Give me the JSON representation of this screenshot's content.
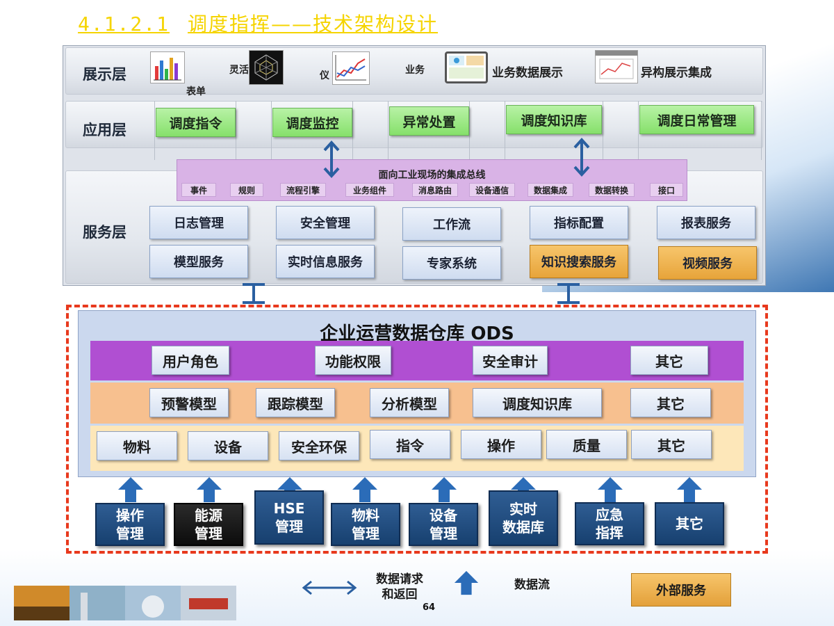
{
  "title": {
    "number": "4.1.2.1",
    "text": "调度指挥——技术架构设计"
  },
  "layers": {
    "presentation": {
      "label": "展示层",
      "items": [
        {
          "label": "表单",
          "icon": "bar-chart-icon"
        },
        {
          "label": "灵活",
          "icon": "radar-chart-icon"
        },
        {
          "label": "仪",
          "icon": "line-chart-icon"
        },
        {
          "label": "业务",
          "icon": "dashboard-screen-icon"
        },
        {
          "label": "业务数据展示",
          "icon": "dashboard-screen-icon"
        },
        {
          "label": "异构展示集成",
          "icon": "report-window-icon"
        }
      ]
    },
    "application": {
      "label": "应用层",
      "items": [
        "调度指令",
        "调度监控",
        "异常处置",
        "调度知识库",
        "调度日常管理"
      ]
    },
    "bus": {
      "title": "面向工业现场的集成总线",
      "items": [
        "事件",
        "规则",
        "流程引擎",
        "业务组件",
        "消息路由",
        "设备通信",
        "数据集成",
        "数据转换",
        "接口"
      ]
    },
    "service": {
      "label": "服务层",
      "row1": [
        "日志管理",
        "安全管理",
        "工作流",
        "指标配置",
        "报表服务"
      ],
      "row2": [
        "模型服务",
        "实时信息服务",
        "专家系统",
        "知识搜索服务",
        "视频服务"
      ]
    }
  },
  "ods": {
    "title": "企业运营数据仓库 ODS",
    "row_purple": [
      "用户角色",
      "功能权限",
      "安全审计",
      "其它"
    ],
    "row_peach": [
      "预警模型",
      "跟踪模型",
      "分析模型",
      "调度知识库",
      "其它"
    ],
    "row_cream": [
      "物料",
      "设备",
      "安全环保",
      "指令",
      "操作",
      "质量",
      "其它"
    ]
  },
  "sources": [
    {
      "line1": "操作",
      "line2": "管理"
    },
    {
      "line1": "能源",
      "line2": "管理"
    },
    {
      "line1": "HSE",
      "line2": "管理"
    },
    {
      "line1": "物料",
      "line2": "管理"
    },
    {
      "line1": "设备",
      "line2": "管理"
    },
    {
      "line1": "实时",
      "line2": "数据库"
    },
    {
      "line1": "应急",
      "line2": "指挥"
    },
    {
      "line1": "其它",
      "line2": ""
    }
  ],
  "legend": {
    "request": "数据请求\n和返回",
    "request_line1": "数据请求",
    "request_line2": "和返回",
    "flow": "数据流",
    "external": "外部服务"
  },
  "page_number": "64",
  "colors": {
    "title": "#f5d400",
    "app_green": "#86e06b",
    "bus_purple": "#d9b3e6",
    "ods_purple": "#b04fd2",
    "ods_peach": "#f7c08f",
    "ods_cream": "#fde7b9",
    "source_blue": "#1f4a80",
    "external_orange": "#e7a43a",
    "dash_red": "#e8391d"
  }
}
